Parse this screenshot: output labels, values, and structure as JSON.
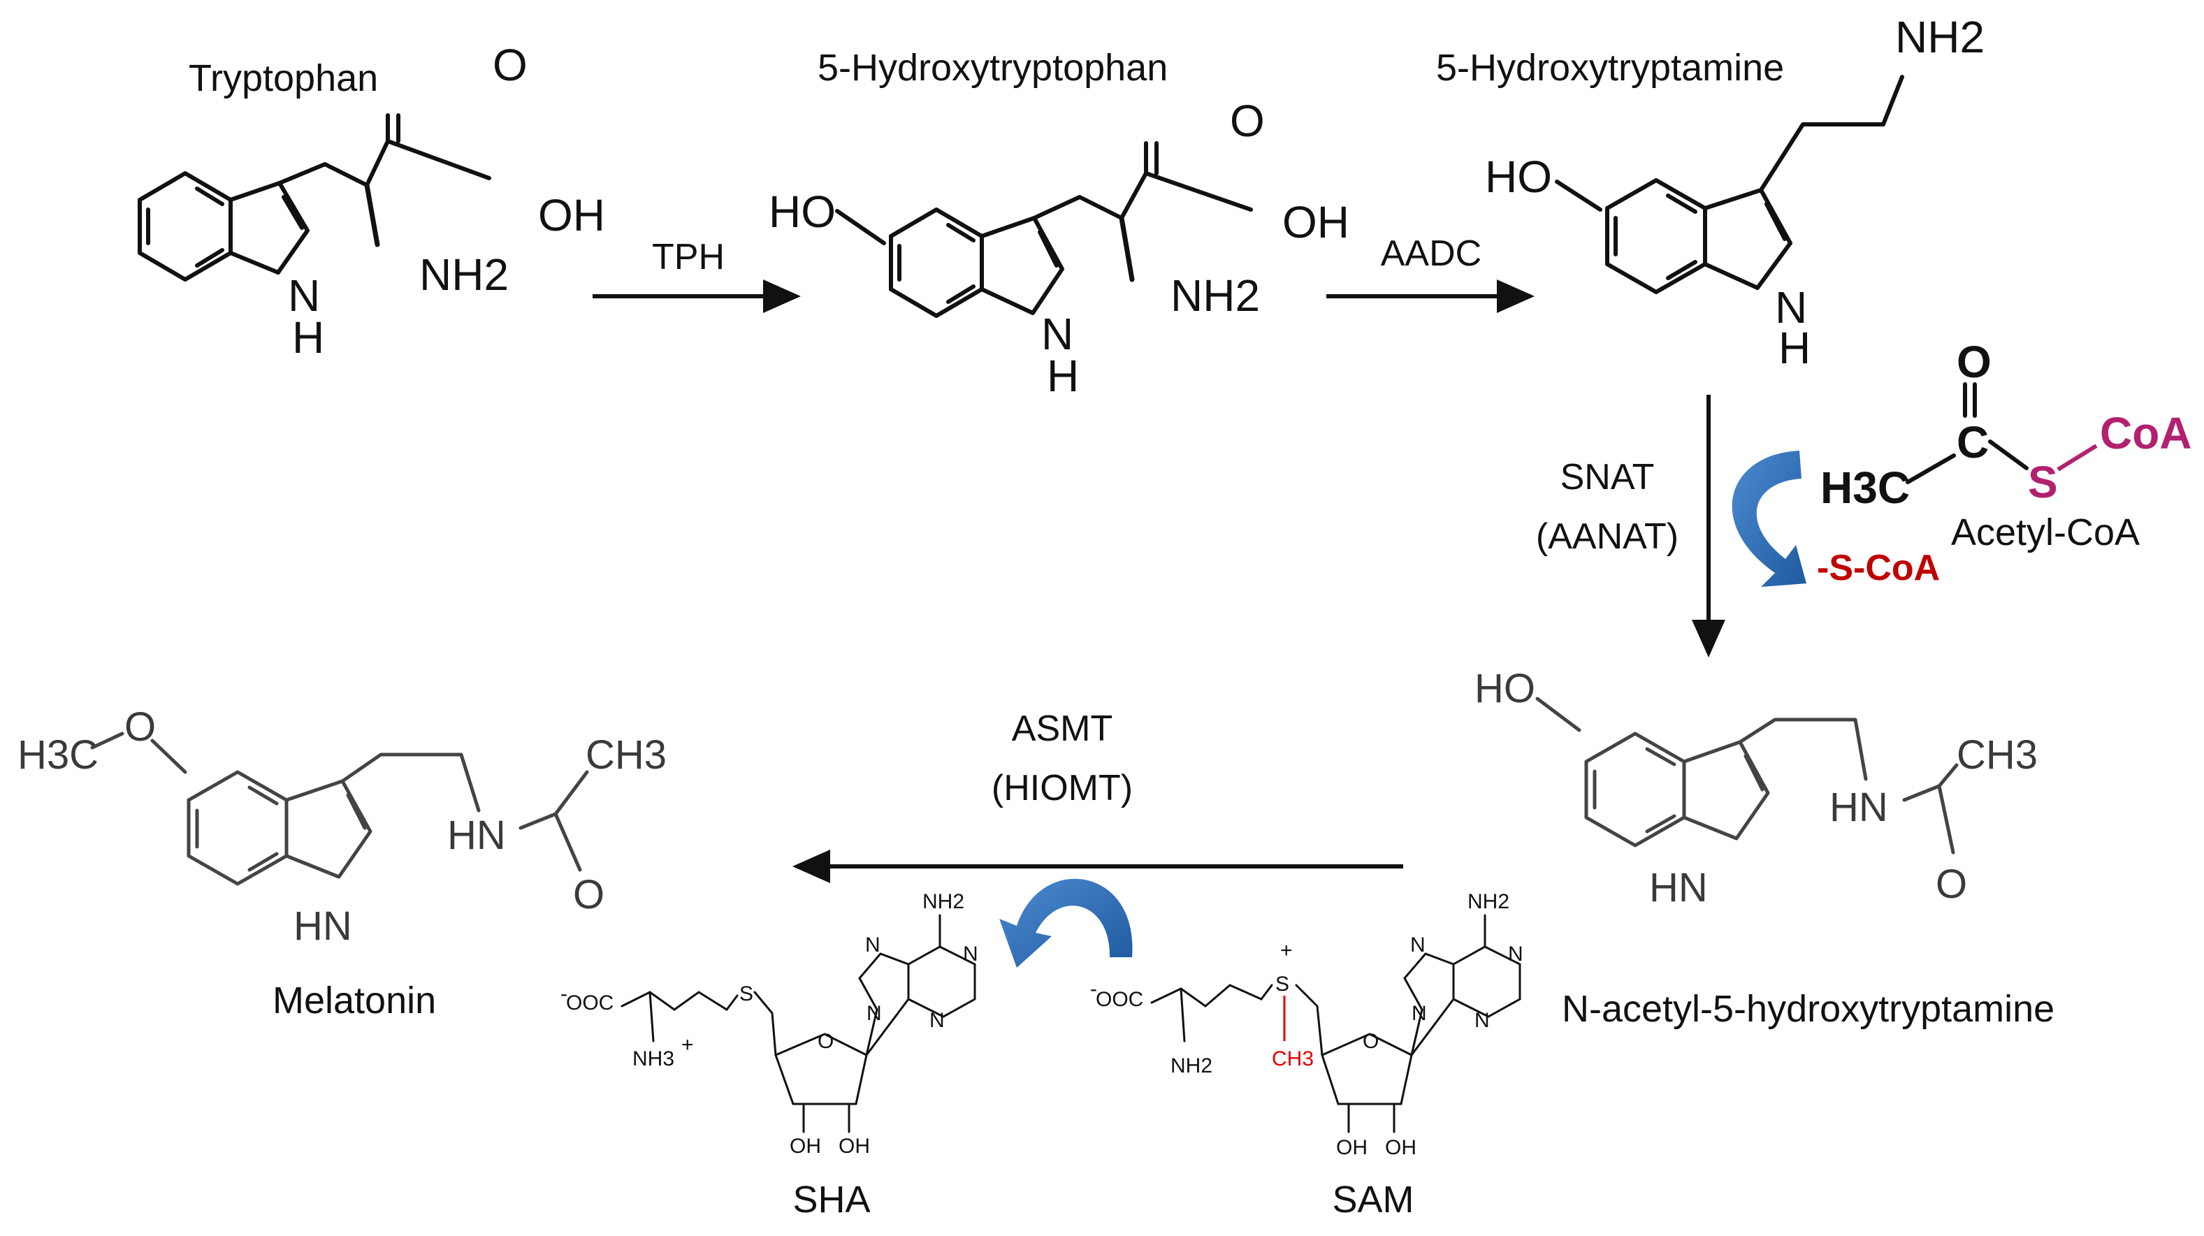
{
  "compounds": {
    "tryptophan": "Tryptophan",
    "hydroxytryptophan": "5-Hydroxytryptophan",
    "hydroxytryptamine": "5-Hydroxytryptamine",
    "nacetyl": "N-acetyl-5-hydroxytryptamine",
    "melatonin": "Melatonin",
    "acetyl_coa": "Acetyl-CoA",
    "sha": "SHA",
    "sam": "SAM"
  },
  "enzymes": {
    "tph": "TPH",
    "aadc": "AADC",
    "snat": "SNAT",
    "aanat": "(AANAT)",
    "asmt": "ASMT",
    "hiomt": "(HIOMT)"
  },
  "byproduct": {
    "s_coa": "-S-CoA"
  },
  "atoms": {
    "o": "O",
    "oh": "OH",
    "nh2": "NH2",
    "n": "N",
    "h": "H",
    "ho": "HO",
    "hn": "HN",
    "ch3": "CH3",
    "h3c": "H3C",
    "c": "C",
    "s": "S",
    "coa": "CoA",
    "ooc": "OOC",
    "nh3": "NH3",
    "minus": "-",
    "plus": "+"
  },
  "colors": {
    "coa_magenta": "#b2216f",
    "byproduct_red": "#c00000",
    "methyl_red": "#e00000",
    "curved_arrow_blue": "#2f6eb5"
  }
}
